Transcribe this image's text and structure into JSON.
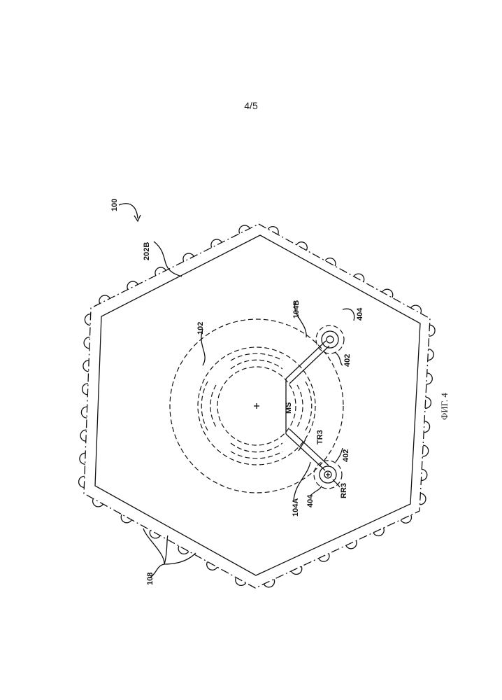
{
  "page": {
    "number": "4/5"
  },
  "figure": {
    "caption": "ФИГ. 4",
    "labels": {
      "device": "100",
      "outer_boundary": "202B",
      "zone": "102",
      "arm_upper": "104B",
      "arm_lower": "104A",
      "ring_upper": "404",
      "pad_upper": "402",
      "ring_lower": "404",
      "pad_lower": "402",
      "center": "MS",
      "track": "TR3",
      "radius": "RR3",
      "bumps": "108"
    }
  }
}
